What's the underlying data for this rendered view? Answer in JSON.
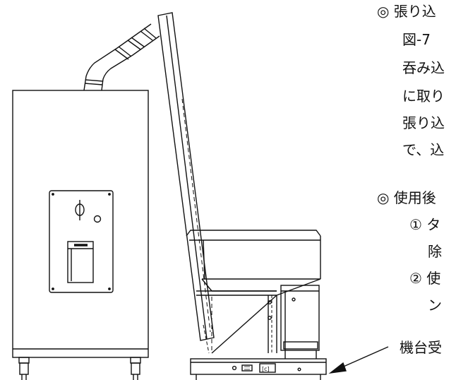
{
  "text_block": {
    "section1": {
      "heading": "◎ 張り込",
      "lines": [
        "図-7",
        "吞み込",
        "に取り",
        "張り込",
        "で、込"
      ]
    },
    "section2": {
      "heading": "◎ 使用後",
      "items": [
        {
          "marker": "①",
          "text": "タ",
          "cont": "除"
        },
        {
          "marker": "②",
          "text": "使",
          "cont": "ン"
        }
      ]
    }
  },
  "callout": {
    "label": "機台受"
  }
}
